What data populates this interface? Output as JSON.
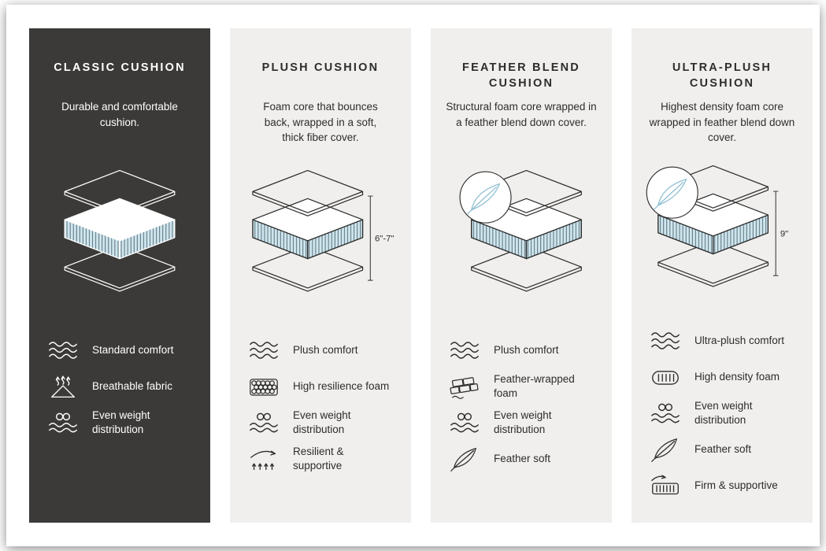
{
  "cards": [
    {
      "title": "CLASSIC CUSHION",
      "description": "Durable and comfortable cushion.",
      "theme": "dark",
      "measurement": "",
      "has_feather_badge": false,
      "diagram": "layered-cushion-illustration",
      "features": [
        {
          "icon": "waves-icon",
          "label": "Standard comfort"
        },
        {
          "icon": "breathable-fabric-icon",
          "label": "Breathable fabric"
        },
        {
          "icon": "weight-distribution-icon",
          "label": "Even weight distribution"
        }
      ]
    },
    {
      "title": "PLUSH CUSHION",
      "description": "Foam core that bounces back, wrapped in a soft, thick fiber cover.",
      "theme": "light",
      "measurement": "6\"-7\"",
      "has_feather_badge": false,
      "diagram": "layered-cushion-illustration-with-height",
      "features": [
        {
          "icon": "waves-icon",
          "label": "Plush comfort"
        },
        {
          "icon": "foam-cells-icon",
          "label": "High resilience foam"
        },
        {
          "icon": "weight-distribution-icon",
          "label": "Even weight distribution"
        },
        {
          "icon": "resilient-spring-icon",
          "label": "Resilient & supportive"
        }
      ]
    },
    {
      "title": "FEATHER BLEND CUSHION",
      "description": "Structural foam core wrapped in a feather blend down cover.",
      "theme": "light",
      "measurement": "",
      "has_feather_badge": true,
      "diagram": "layered-cushion-illustration-with-feather-badge",
      "features": [
        {
          "icon": "waves-icon",
          "label": "Plush comfort"
        },
        {
          "icon": "feather-wrapped-foam-icon",
          "label": "Feather-wrapped foam"
        },
        {
          "icon": "weight-distribution-icon",
          "label": "Even weight distribution"
        },
        {
          "icon": "feather-icon",
          "label": "Feather soft"
        }
      ]
    },
    {
      "title": "ULTRA-PLUSH CUSHION",
      "description": "Highest density foam core wrapped in feather blend down cover.",
      "theme": "light",
      "measurement": "9\"",
      "has_feather_badge": true,
      "diagram": "layered-cushion-illustration-with-feather-badge-and-height",
      "features": [
        {
          "icon": "waves-icon",
          "label": "Ultra-plush comfort"
        },
        {
          "icon": "high-density-foam-icon",
          "label": "High density foam"
        },
        {
          "icon": "weight-distribution-icon",
          "label": "Even weight distribution"
        },
        {
          "icon": "feather-icon",
          "label": "Feather soft"
        },
        {
          "icon": "firm-supportive-icon",
          "label": "Firm & supportive"
        }
      ]
    }
  ],
  "colors": {
    "dark_card_background": "#3b3a38",
    "light_card_background": "#f0efed",
    "foam_blue": "#cfe6ee",
    "feather_blue": "#8fc0d2",
    "text_dark": "#2d2d2d",
    "text_light": "#ffffff"
  }
}
